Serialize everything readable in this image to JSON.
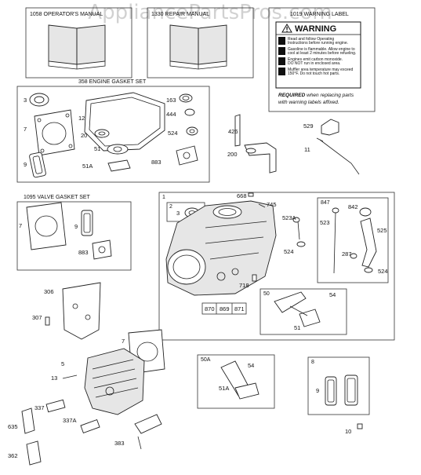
{
  "watermark": "AppliancePartsPros.com",
  "box_labels": {
    "operators_manual": "1058 OPERATOR'S MANUAL",
    "repair_manual": "1330 REPAIR MANUAL",
    "warning_label": "1019 WARNING LABEL",
    "engine_gasket_set": "358 ENGINE GASKET SET",
    "valve_gasket_set": "1095 VALVE GASKET SET",
    "box_1": "1",
    "box_2": "2",
    "box_847": "847",
    "box_50": "50",
    "box_50a": "50A",
    "box_8": "8"
  },
  "warning": {
    "heading": "WARNING",
    "lines": [
      "Read and follow Operating",
      "Instructions before running engine.",
      "Gasoline is flammable. Allow engine to",
      "cool at least 2 minutes before refueling.",
      "Engines emit carbon monoxide.",
      "DO NOT run in enclosed area.",
      "Muffler area temperature may exceed",
      "150°F. Do not touch hot parts."
    ],
    "required_bold": "REQUIRED",
    "required_rest": " when replacing parts",
    "required_line2": "with warning labels affixed."
  },
  "callouts": {
    "c3": "3",
    "c7": "7",
    "c12": "12",
    "c20": "20",
    "c9": "9",
    "c51": "51",
    "c51a": "51A",
    "c163": "163",
    "c444": "444",
    "c524": "524",
    "c883": "883",
    "c426": "426",
    "c200": "200",
    "c529": "529",
    "c11": "11",
    "v7": "7",
    "v9": "9",
    "v883": "883",
    "c668": "668",
    "c745": "745",
    "c2": "2",
    "b3": "3",
    "c523a": "523A",
    "b524": "524",
    "c718": "718",
    "c870": "870",
    "c869": "869",
    "c871": "871",
    "c842": "842",
    "c523": "523",
    "c525": "525",
    "c287": "287",
    "b524b": "524",
    "c54": "54",
    "b51": "51",
    "c306": "306",
    "c307": "307",
    "h7": "7",
    "c13": "13",
    "c5": "5",
    "c337": "337",
    "c337a": "337A",
    "c635": "635",
    "c362": "362",
    "c383": "383",
    "a54": "54",
    "a51a": "51A",
    "e9": "9",
    "c10": "10"
  }
}
